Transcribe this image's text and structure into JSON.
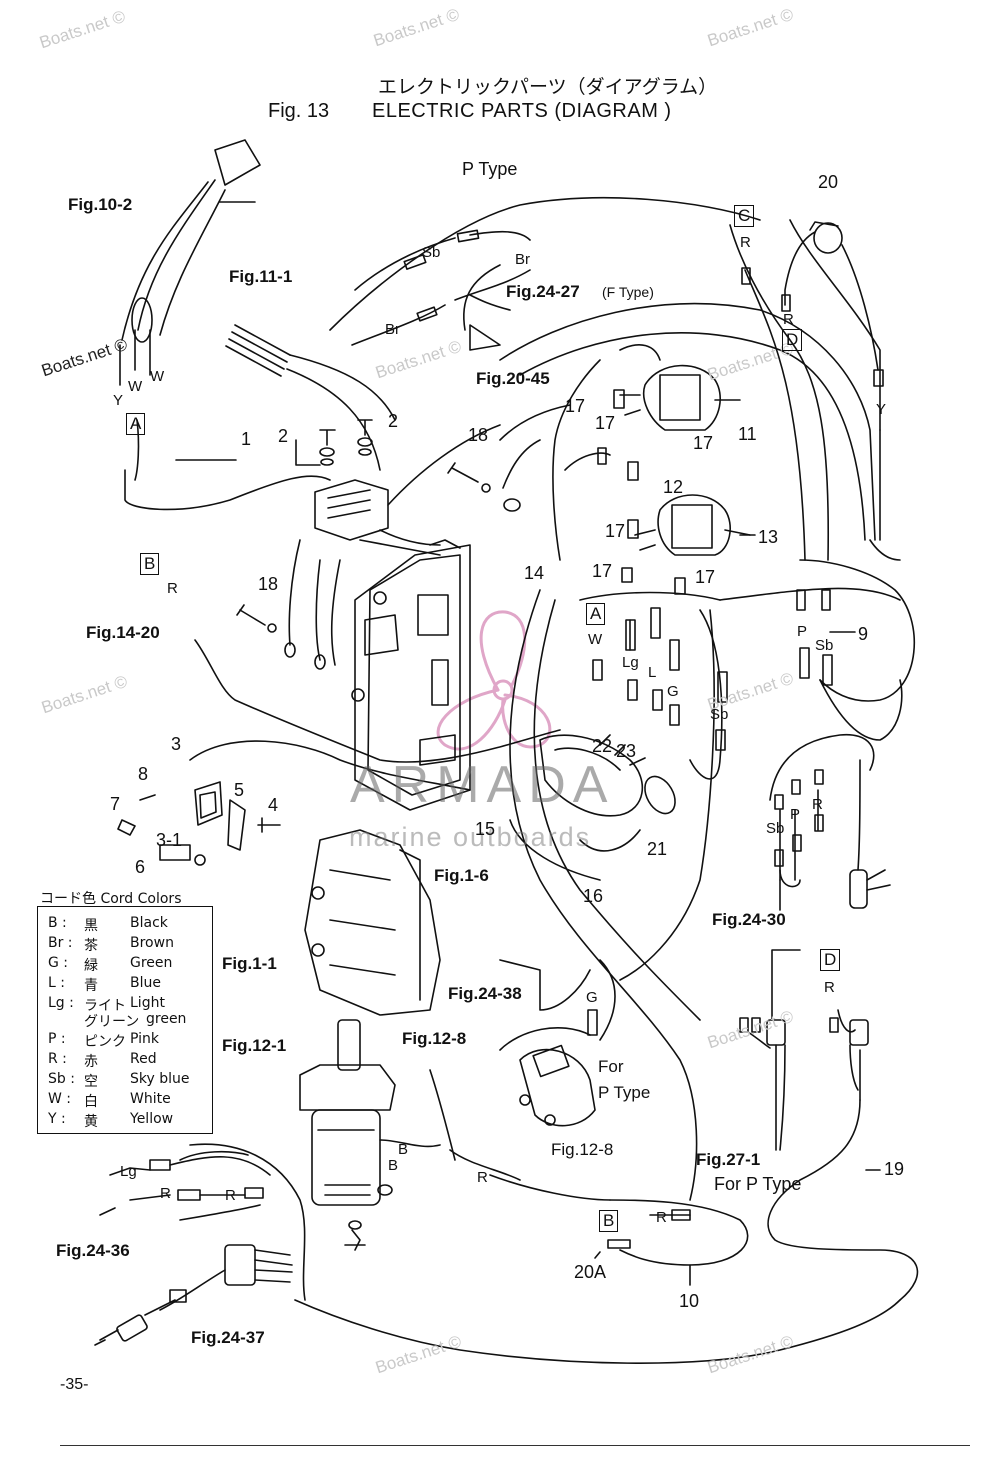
{
  "title": {
    "japanese": "エレクトリックパーツ（ダイアグラム）",
    "fig_no": "Fig. 13",
    "english": "ELECTRIC PARTS (DIAGRAM )"
  },
  "watermark": "Boats.net ©",
  "brand": {
    "name": "ARMADA",
    "tagline": "marine outboards"
  },
  "labels": {
    "fig10_2": "Fig.10-2",
    "fig11_1": "Fig.11-1",
    "p_type": "P Type",
    "fig24_27": "Fig.24-27",
    "fig24_27_note": "(F Type)",
    "fig20_45": "Fig.20-45",
    "fig14_20": "Fig.14-20",
    "fig1_6": "Fig.1-6",
    "fig1_1": "Fig.1-1",
    "fig24_38": "Fig.24-38",
    "fig12_1": "Fig.12-1",
    "fig12_8_a": "Fig.12-8",
    "fig12_8_b": "Fig.12-8",
    "fig24_30": "Fig.24-30",
    "fig27_1": "Fig.27-1",
    "for_p_type_1": "For P Type",
    "for": "For",
    "p_type_2": "P Type",
    "fig24_36": "Fig.24-36",
    "fig24_37": "Fig.24-37"
  },
  "parts": [
    "1",
    "2",
    "2",
    "3",
    "3-1",
    "4",
    "5",
    "6",
    "7",
    "8",
    "9",
    "10",
    "11",
    "12",
    "13",
    "14",
    "15",
    "16",
    "17",
    "17",
    "17",
    "17",
    "17",
    "17",
    "18",
    "18",
    "19",
    "20",
    "20A",
    "21",
    "22",
    "23"
  ],
  "connectors": {
    "A1": "A",
    "A2": "A",
    "B1": "B",
    "B2": "B",
    "C1": "C",
    "D1": "D",
    "D2": "D"
  },
  "wire_codes": {
    "sb1": "Sb",
    "br1": "Br",
    "br2": "Br",
    "y1": "Y",
    "w1": "W",
    "w2": "W",
    "r1": "R",
    "r2": "R",
    "y2": "Y",
    "r3": "R",
    "w3": "W",
    "lg1": "Lg",
    "l1": "L",
    "g1": "G",
    "sb2": "Sb",
    "p1": "P",
    "sb3": "Sb",
    "sb4": "Sb",
    "p2": "P",
    "r4": "R",
    "r5": "R",
    "g2": "G",
    "lg2": "Lg",
    "r6": "R",
    "r7": "R",
    "b1": "B",
    "b2": "B",
    "r8": "R",
    "r9": "R"
  },
  "cord_colors": {
    "title": "コード色 Cord Colors",
    "rows": [
      {
        "code": "B :",
        "jp": "黒",
        "en": "Black"
      },
      {
        "code": "Br :",
        "jp": "茶",
        "en": "Brown"
      },
      {
        "code": "G :",
        "jp": "緑",
        "en": "Green"
      },
      {
        "code": "L :",
        "jp": "青",
        "en": "Blue"
      },
      {
        "code": "Lg :",
        "jp": "ライト",
        "en": "Light"
      },
      {
        "code": "",
        "jp": "グリーン",
        "en": "green"
      },
      {
        "code": "P :",
        "jp": "ピンク",
        "en": "Pink"
      },
      {
        "code": "R :",
        "jp": "赤",
        "en": "Red"
      },
      {
        "code": "Sb :",
        "jp": "空",
        "en": "Sky blue"
      },
      {
        "code": "W :",
        "jp": "白",
        "en": "White"
      },
      {
        "code": "Y :",
        "jp": "黄",
        "en": "Yellow"
      }
    ]
  },
  "page_number": "-35-",
  "colors": {
    "ink": "#111111",
    "watermark": "#c9c9c9",
    "logo_pink": "#e0a6c8"
  }
}
